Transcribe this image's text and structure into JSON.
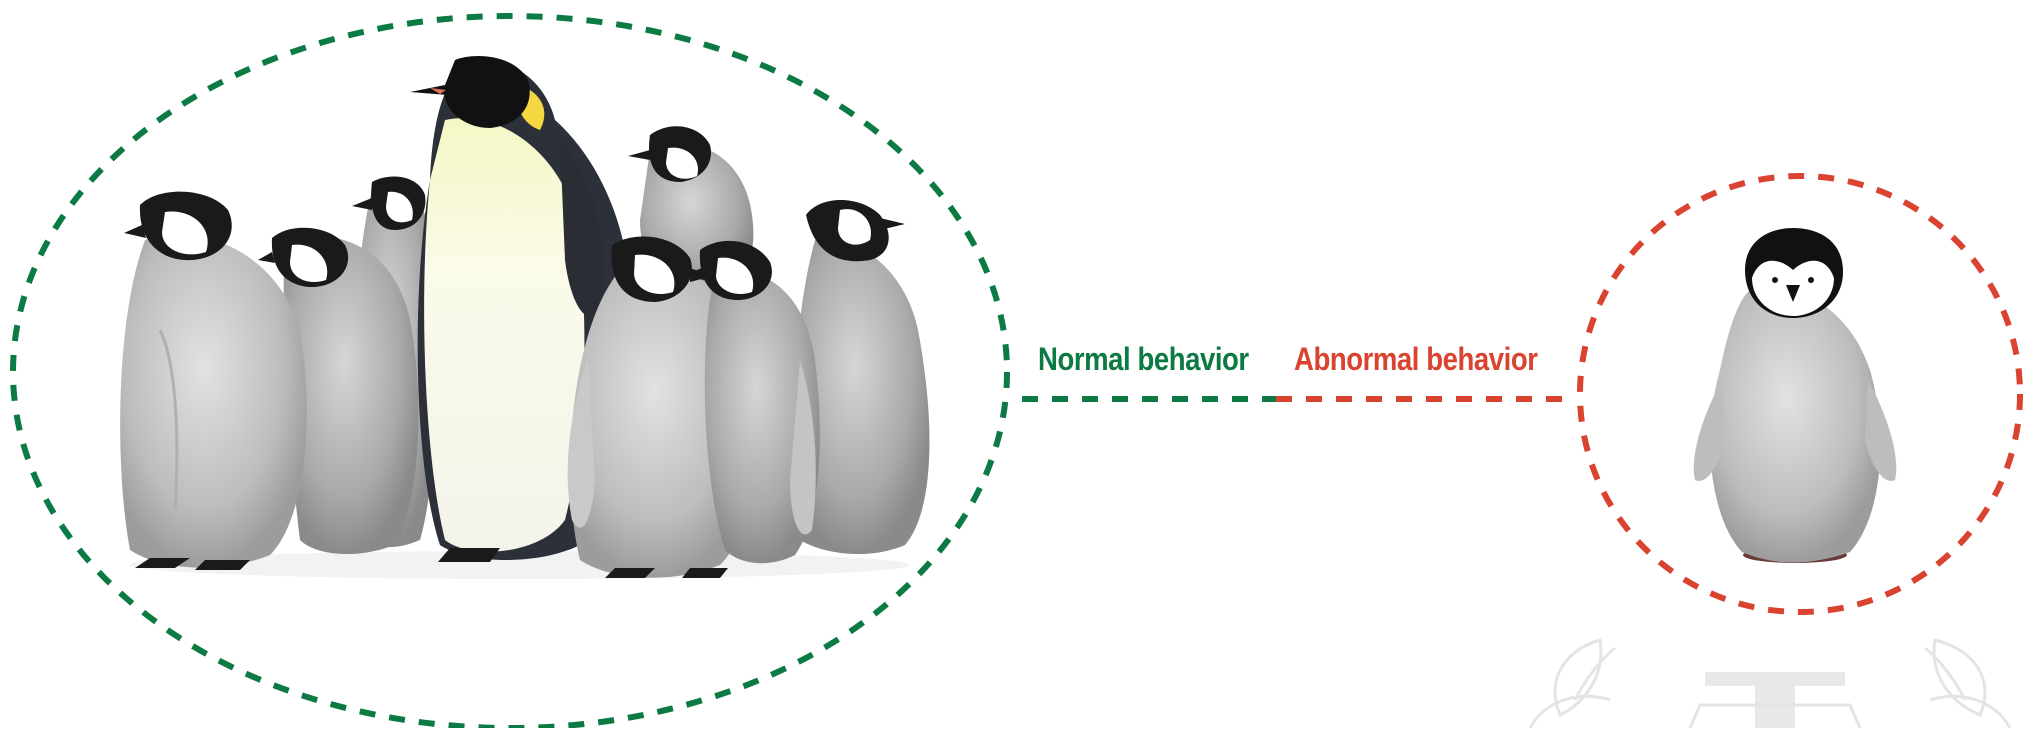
{
  "labels": {
    "normal": "Normal behavior",
    "abnormal": "Abnormal behavior"
  },
  "colors": {
    "normal": "#0c7a43",
    "abnormal": "#d9432f",
    "background": "#ffffff"
  },
  "icons": {
    "group": "penguin-group-image",
    "single": "penguin-chick-image",
    "watermark": "logo-watermark"
  }
}
